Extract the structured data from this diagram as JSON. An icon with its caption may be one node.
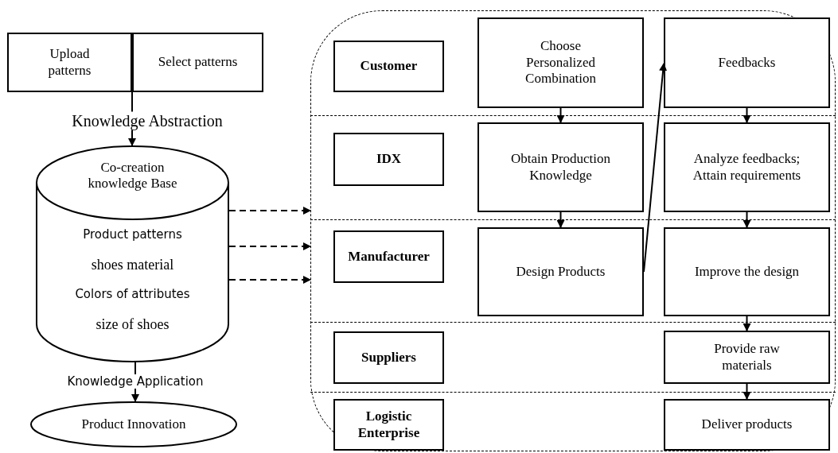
{
  "diagram": {
    "nodes": [
      {
        "text": [
          "Upload patterns"
        ]
      },
      {
        "text": [
          "Select patterns"
        ]
      },
      {
        "text": [
          "Co-creation knowledge Base",
          "Product patterns",
          "shoes material",
          "Colors of attributes",
          "size of shoes"
        ]
      },
      {
        "text": [
          "Product Innovation"
        ]
      },
      {
        "text": [],
        "shape": "box"
      },
      {
        "text": [
          "Customer"
        ],
        "in": 4
      },
      {
        "text": [
          "Choose Personalized Combination"
        ],
        "in": 4
      },
      {
        "text": [
          "Feedbacks"
        ],
        "in": 4
      },
      {
        "text": [
          "IDX"
        ],
        "in": 4
      },
      {
        "text": [
          "Obtain Production Knowledge"
        ],
        "in": 4
      },
      {
        "text": [
          "Analyze feedbacks; Attain requirements"
        ],
        "in": 4
      },
      {
        "text": [
          "Manufacturer"
        ],
        "in": 4
      },
      {
        "text": [
          "Design Products"
        ],
        "in": 4
      },
      {
        "text": [
          "Improve the design"
        ],
        "in": 4
      },
      {
        "text": [
          "Suppliers"
        ],
        "in": 4
      },
      {
        "text": [
          "Provide raw materials"
        ],
        "in": 4
      },
      {
        "text": [
          "Logistic Enterprise"
        ],
        "in": 4
      },
      {
        "text": [
          "Deliver products"
        ],
        "in": 4
      }
    ],
    "edges": [
      {
        "from": 0,
        "to": 2,
        "arrow": "to",
        "label": "Knowledge Abstraction"
      },
      {
        "from": 1,
        "to": 2,
        "arrow": "to"
      },
      {
        "from": 2,
        "to": 3,
        "arrow": "to",
        "label": "Knowledge Application"
      },
      {
        "from": 2,
        "to": 4,
        "arrow": "to",
        "style": "dashed"
      },
      {
        "from": 2,
        "to": 4,
        "arrow": "to",
        "style": "dashed"
      },
      {
        "from": 2,
        "to": 4,
        "arrow": "to",
        "style": "dashed"
      },
      {
        "from": 6,
        "to": 9,
        "arrow": "to"
      },
      {
        "from": 9,
        "to": 12,
        "arrow": "to"
      },
      {
        "from": 12,
        "to": 7,
        "arrow": "to"
      },
      {
        "from": 7,
        "to": 10,
        "arrow": "to"
      },
      {
        "from": 10,
        "to": 13,
        "arrow": "to"
      },
      {
        "from": 13,
        "to": 15,
        "arrow": "to"
      },
      {
        "from": 15,
        "to": 17,
        "arrow": "to"
      }
    ]
  }
}
